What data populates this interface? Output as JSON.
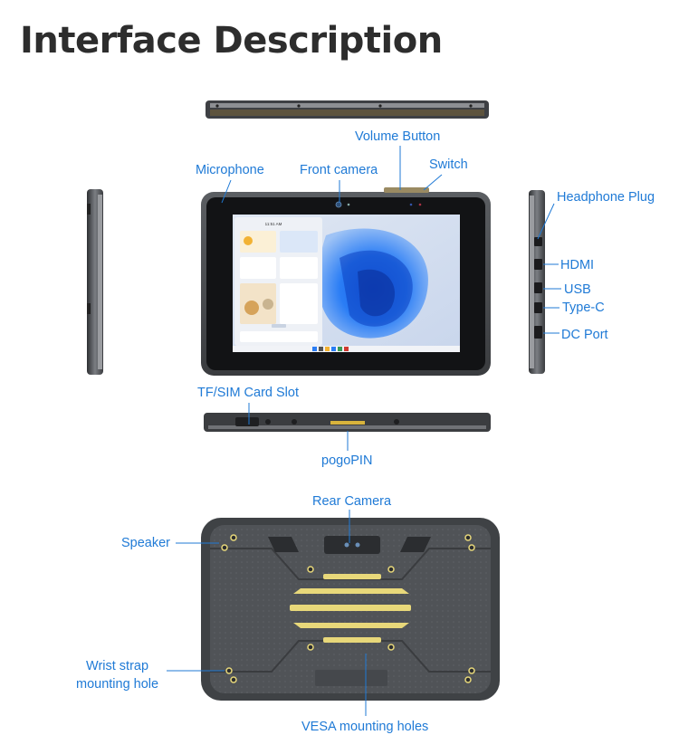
{
  "title": "Interface Description",
  "labels": {
    "volume_button": "Volume Button",
    "microphone": "Microphone",
    "front_camera": "Front camera",
    "switch": "Switch",
    "headphone_plug": "Headphone Plug",
    "hdmi": "HDMI",
    "usb": "USB",
    "type_c": "Type-C",
    "dc_port": "DC Port",
    "tf_sim_card_slot": "TF/SIM Card Slot",
    "pogopin": "pogoPIN",
    "rear_camera": "Rear Camera",
    "speaker": "Speaker",
    "wrist_strap_mounting_hole": "Wrist strap\nmounting hole",
    "vesa_mounting_holes": "VESA mounting holes"
  },
  "screen": {
    "clock": "11:51 AM"
  },
  "colors": {
    "label": "#1f7ad6",
    "title": "#2d2d2d",
    "body": "#4a4c4f",
    "accent": "#e8d87a"
  }
}
